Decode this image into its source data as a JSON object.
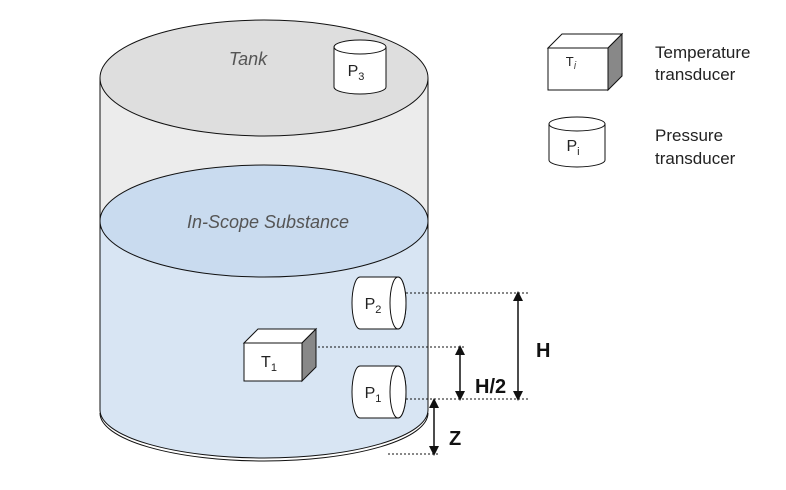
{
  "tank": {
    "label": "Tank"
  },
  "substance": {
    "label": "In-Scope Substance"
  },
  "sensors": {
    "p3": {
      "main": "P",
      "sub": "3"
    },
    "p2": {
      "main": "P",
      "sub": "2"
    },
    "p1": {
      "main": "P",
      "sub": "1"
    },
    "t1": {
      "main": "T",
      "sub": "1"
    }
  },
  "legend": {
    "temperature": {
      "symbol_main": "T",
      "symbol_sub": "i",
      "line1": "Temperature",
      "line2": "transducer"
    },
    "pressure": {
      "symbol_main": "P",
      "symbol_sub": "i",
      "line1": "Pressure",
      "line2": "transducer"
    }
  },
  "dimensions": {
    "h": "H",
    "h_half": "H/2",
    "z": "Z"
  },
  "colors": {
    "tank_top": "#dedede",
    "tank_wall": "#ececec",
    "liquid_top": "#c9dbef",
    "liquid_body": "#d8e5f3",
    "outline": "#111111"
  }
}
